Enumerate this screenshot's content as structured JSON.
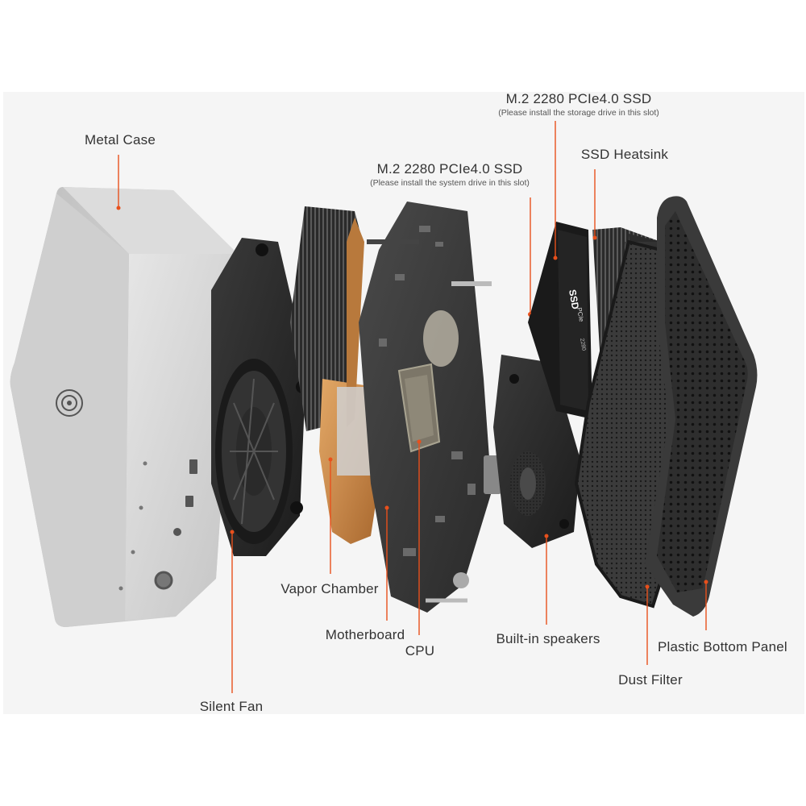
{
  "labels": {
    "metal_case": "Metal Case",
    "silent_fan": "Silent Fan",
    "vapor_chamber": "Vapor Chamber",
    "motherboard": "Motherboard",
    "cpu": "CPU",
    "ssd_system": {
      "title": "M.2 2280 PCIe4.0 SSD",
      "note": "(Please install the system drive in this slot)"
    },
    "ssd_storage": {
      "title": "M.2 2280 PCIe4.0 SSD",
      "note": "(Please install the storage drive in this slot)"
    },
    "ssd_heatsink": "SSD Heatsink",
    "built_in_speakers": "Built-in speakers",
    "dust_filter": "Dust Filter",
    "plastic_bottom_panel": "Plastic Bottom Panel"
  },
  "ssd_module_text": {
    "brand": "SSD",
    "interface": "PCIe",
    "size": "2280"
  },
  "colors": {
    "panel_bg": "#f5f5f5",
    "leader_line": "#e8501c",
    "label_text": "#333333",
    "case_silver": "#c9c9c9",
    "copper": "#c8894c",
    "pcb_dark": "#2b2b2b"
  }
}
